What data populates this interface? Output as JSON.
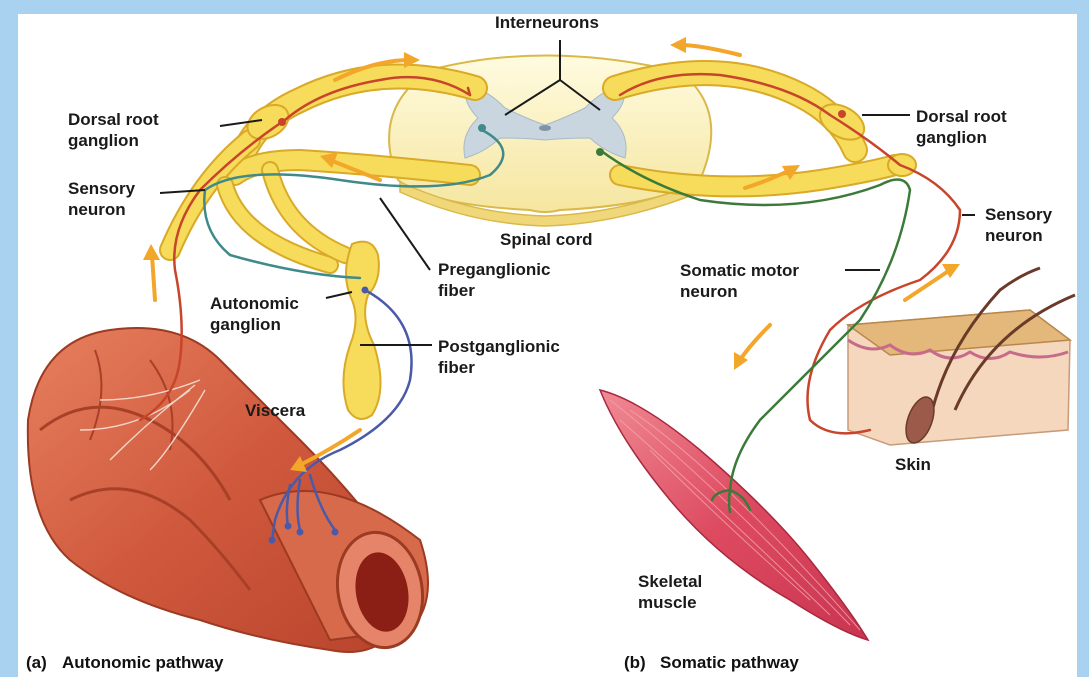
{
  "labels": {
    "interneurons": "Interneurons",
    "dorsal_root_left_1": "Dorsal root",
    "dorsal_root_left_2": "ganglion",
    "dorsal_root_right_1": "Dorsal root",
    "dorsal_root_right_2": "ganglion",
    "sensory_left_1": "Sensory",
    "sensory_left_2": "neuron",
    "sensory_right_1": "Sensory",
    "sensory_right_2": "neuron",
    "spinal_cord": "Spinal cord",
    "preganglionic_1": "Preganglionic",
    "preganglionic_2": "fiber",
    "somatic_motor_1": "Somatic motor",
    "somatic_motor_2": "neuron",
    "autonomic_ganglion_1": "Autonomic",
    "autonomic_ganglion_2": "ganglion",
    "postganglionic_1": "Postganglionic",
    "postganglionic_2": "fiber",
    "viscera": "Viscera",
    "skin": "Skin",
    "skeletal_muscle_1": "Skeletal",
    "skeletal_muscle_2": "muscle"
  },
  "captions": {
    "a_letter": "(a)",
    "a_text": "Autonomic pathway",
    "b_letter": "(b)",
    "b_text": "Somatic pathway"
  },
  "colors": {
    "frame": "#a9d1f0",
    "nerve": "#f6dc5a",
    "nerve_outline": "#d9a928",
    "cord": "#fbf3c0",
    "gray_matter": "#c9d6df",
    "sensory": "#c8442b",
    "motor": "#3c7a3a",
    "preganglionic": "#3f8a8a",
    "postganglionic": "#4a5aa8",
    "arrow": "#f2a62a",
    "intestine": "#d86a4c",
    "muscle": "#e0566a",
    "skin": "#f2c9a8"
  }
}
